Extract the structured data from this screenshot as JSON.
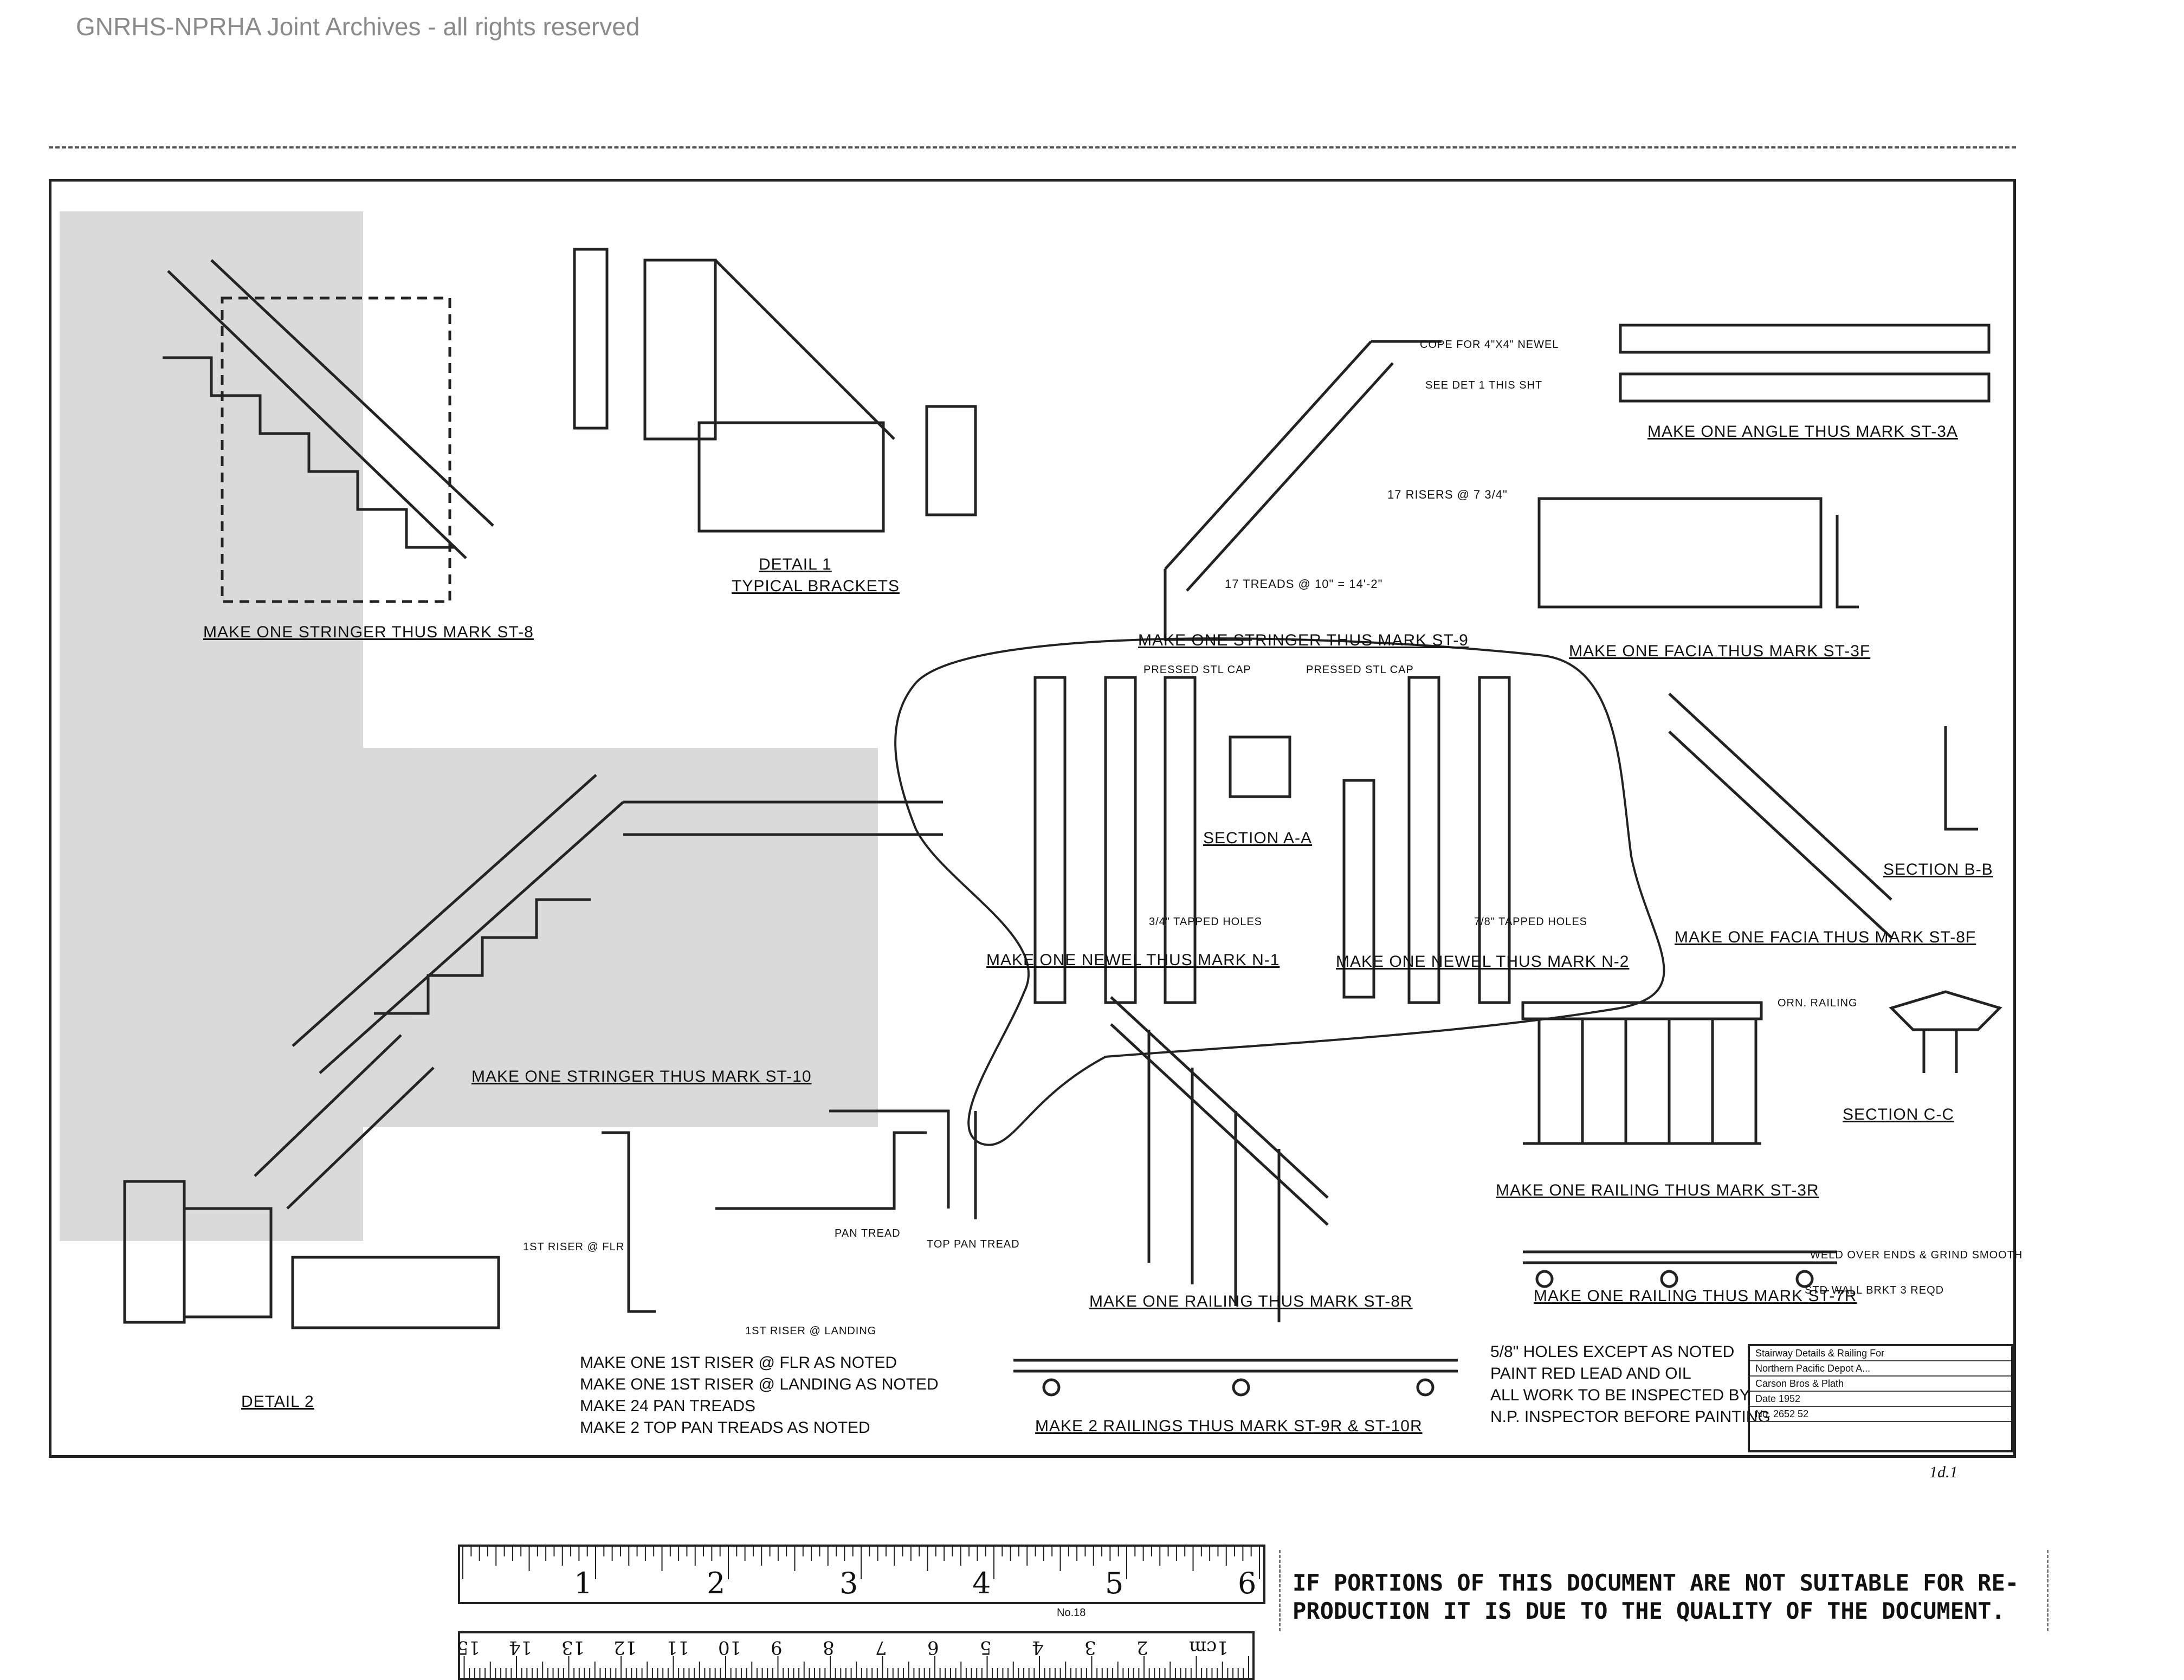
{
  "watermark": "GNRHS-NPRHA Joint Archives - all rights reserved",
  "drawing_labels": {
    "st8": "Make One Stringer Thus Mark ST-8",
    "detail1": "Detail 1",
    "typical_brackets": "Typical Brackets",
    "st9": "Make One Stringer Thus Mark ST-9",
    "st3a": "Make One Angle Thus Mark ST-3A",
    "st3f": "Make One Facia Thus Mark ST-3F",
    "st8f": "Make One Facia Thus Mark ST-8F",
    "section_bb": "Section B-B",
    "section_aa": "Section A-A",
    "newel_n1": "Make One Newel Thus Mark N-1",
    "newel_n2": "Make One Newel Thus Mark N-2",
    "st10": "Make One Stringer Thus Mark ST-10",
    "section_cc": "Section C-C",
    "st3r": "Make One Railing Thus Mark ST-3R",
    "st7r": "Make One Railing Thus Mark ST-7R",
    "st8r": "Make One Railing Thus Mark ST-8R",
    "detail2": "Detail 2",
    "st9r": "Make 2 Railings Thus Mark ST-9R & ST-10R",
    "pressed_stl_cap_1": "Pressed Stl Cap",
    "pressed_stl_cap_2": "Pressed Stl Cap",
    "tapped_holes_1": "3/4\" Tapped Holes",
    "tapped_holes_2": "7/8\" Tapped Holes",
    "pan_tread": "Pan Tread",
    "top_pan_tread": "Top Pan Tread",
    "first_riser_flr": "1st Riser @ Flr",
    "first_riser_landing": "1st Riser @ Landing",
    "cope_newel": "Cope for 4\"x4\" Newel",
    "see_det": "See Det 1 This Sht",
    "orn_railing": "Orn. Railing",
    "weld_note": "Weld Over Ends & Grind Smooth",
    "std_wall_brkt": "Std Wall Brkt 3 Reqd",
    "seventeen_treads": "17 Treads @ 10\" = 14'-2\"",
    "seventeen_risers": "17 Risers @ 7 3/4\""
  },
  "notes_left": [
    "Make One 1st Riser @ Flr As Noted",
    "Make One 1st Riser @ Landing As Noted",
    "Make 24 Pan Treads",
    "Make 2 Top Pan Treads As Noted"
  ],
  "notes_right": [
    "5/8\" Holes Except As Noted",
    "Paint Red Lead And Oil",
    "All Work To Be Inspected By",
    "N.P. Inspector Before Painting"
  ],
  "title_block": [
    "Stairway Details & Railing For",
    "Northern Pacific Depot A...",
    "Carson Bros & Plath",
    "Date 1952",
    "No. 2652 52"
  ],
  "page_id": "1d.1",
  "ruler_inches": [
    "1",
    "2",
    "3",
    "4",
    "5",
    "6"
  ],
  "ruler_cm": [
    "1cm",
    "2",
    "3",
    "4",
    "5",
    "6",
    "7",
    "8",
    "9",
    "10",
    "11",
    "12",
    "13",
    "14",
    "15"
  ],
  "ruler_maker": "No.18",
  "notice": [
    "IF PORTIONS OF THIS DOCUMENT ARE NOT SUITABLE FOR RE-",
    "PRODUCTION IT IS DUE TO THE QUALITY OF THE DOCUMENT."
  ]
}
